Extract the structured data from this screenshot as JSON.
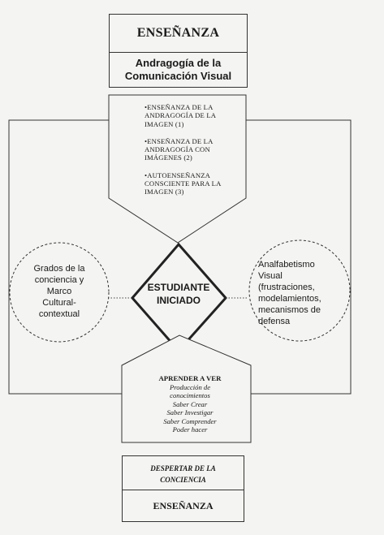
{
  "top_box": {
    "title": "ENSEÑANZA",
    "subtitle_line1": "Andragogía de la",
    "subtitle_line2": "Comunicación Visual"
  },
  "teaching_list": [
    "•ENSEÑANZA DE LA ANDRAGOGÍA DE LA IMAGEN (1)",
    "•ENSEÑANZA DE LA ANDRAGOGÍA CON IMÁGENES (2)",
    "•AUTOENSEÑANZA CONSCIENTE PARA LA IMAGEN (3)"
  ],
  "left_circle": {
    "lines": [
      "Grados de la",
      "conciencia y",
      "Marco",
      "Cultural-",
      "contextual"
    ]
  },
  "right_circle": {
    "lines": [
      "Analfabetismo",
      "Visual",
      "(frustraciones,",
      "modelamientos,",
      "mecanismos de",
      "defensa"
    ]
  },
  "center_diamond": {
    "line1": "ESTUDIANTE",
    "line2": "INICIADO"
  },
  "learning": {
    "heading": "APRENDER A VER",
    "items": [
      "Producción de",
      "conocimientos",
      "Saber Crear",
      "Saber Investigar",
      "Saber Comprender",
      "Poder hacer"
    ]
  },
  "bottom_box": {
    "line1": "DESPERTAR DE LA",
    "line2": "CONCIENCIA",
    "title": "ENSEÑANZA"
  }
}
